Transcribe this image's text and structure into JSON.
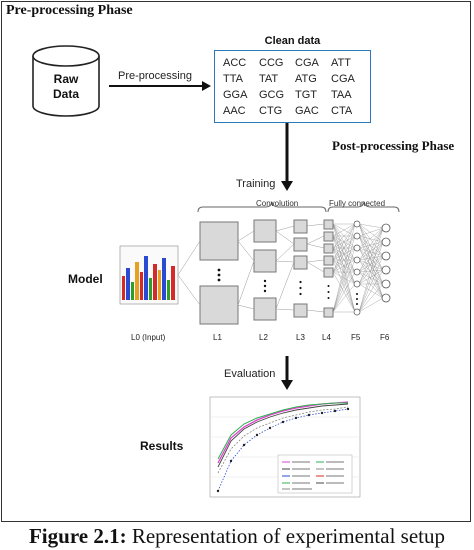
{
  "pre_processing": {
    "title": "Pre-processing Phase",
    "raw_data_label_line1": "Raw",
    "raw_data_label_line2": "Data",
    "arrow_label": "Pre-processing",
    "clean_data_title": "Clean data",
    "sequences": [
      [
        "ACC",
        "CCG",
        "CGA",
        "ATT"
      ],
      [
        "TTA",
        "TAT",
        "ATG",
        "CGA"
      ],
      [
        "GGA",
        "GCG",
        "TGT",
        "TAA"
      ],
      [
        "AAC",
        "CTG",
        "GAC",
        "CTA"
      ]
    ]
  },
  "post_processing": {
    "title": "Post-processing Phase",
    "training_label": "Training",
    "model_label": "Model",
    "convolution_label": "Convolution",
    "fully_connected_label": "Fully connected",
    "layer_labels": [
      "L0 (Input)",
      "L1",
      "L2",
      "L3",
      "L4",
      "F5",
      "F6"
    ],
    "evaluation_label": "Evaluation",
    "results_label": "Results"
  },
  "caption": {
    "prefix": "Figure 2.1:",
    "text": " Representation of experimental setup"
  },
  "colors": {
    "box_border": "#2d78b8",
    "cylinder_fill": "#ffffff",
    "layer_fill": "#d9d9d9",
    "line_pink": "#e040d0",
    "line_green": "#30b050"
  }
}
